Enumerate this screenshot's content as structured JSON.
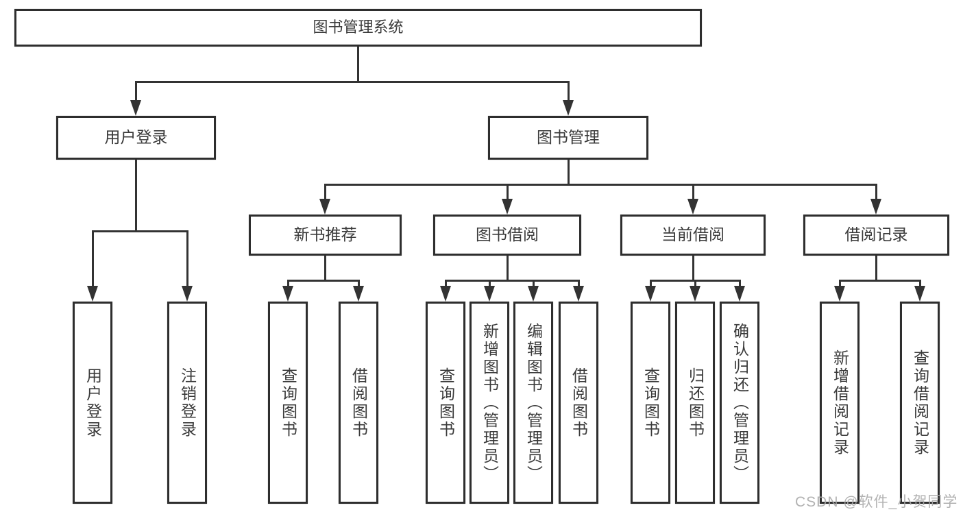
{
  "diagram_type": "function-structure-tree",
  "colors": {
    "background": "#ffffff",
    "box_border": "#2e2e2e",
    "line": "#333333",
    "text": "#3a3a3a",
    "watermark": "#aaaaaa"
  },
  "tree": {
    "label": "图书管理系统",
    "children": [
      {
        "label": "用户登录",
        "children": [
          {
            "label": "用户登录"
          },
          {
            "label": "注销登录"
          }
        ]
      },
      {
        "label": "图书管理",
        "children": [
          {
            "label": "新书推荐",
            "children": [
              {
                "label": "查询图书"
              },
              {
                "label": "借阅图书"
              }
            ]
          },
          {
            "label": "图书借阅",
            "children": [
              {
                "label": "查询图书"
              },
              {
                "label": "新增图书（管理员）"
              },
              {
                "label": "编辑图书（管理员）"
              },
              {
                "label": "借阅图书"
              }
            ]
          },
          {
            "label": "当前借阅",
            "children": [
              {
                "label": "查询图书"
              },
              {
                "label": "归还图书"
              },
              {
                "label": "确认归还（管理员）"
              }
            ]
          },
          {
            "label": "借阅记录",
            "children": [
              {
                "label": "新增借阅记录"
              },
              {
                "label": "查询借阅记录"
              }
            ]
          }
        ]
      }
    ]
  },
  "watermark": "CSDN @软件_小贺同学"
}
